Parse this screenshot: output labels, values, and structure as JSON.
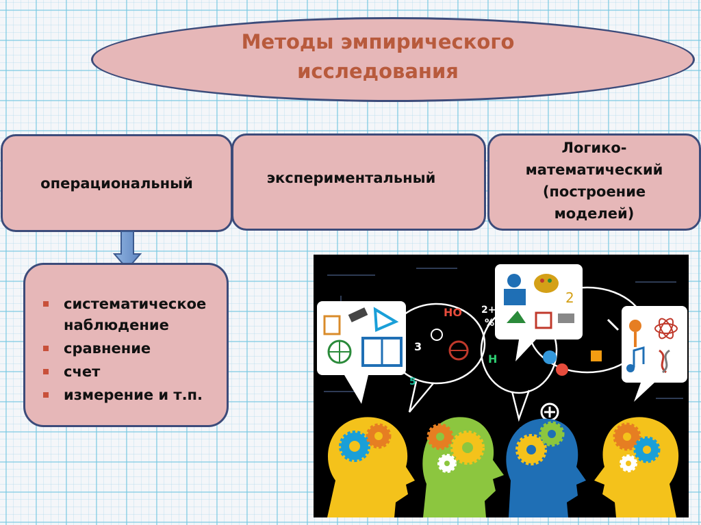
{
  "title": "Методы эмпирического\nисследования",
  "methods": [
    {
      "label": "операциональный"
    },
    {
      "label": "экспериментальный"
    },
    {
      "label": "Логико-\nматематический\n(построение\nмоделей)"
    }
  ],
  "operational_list": [
    "систематическое\nнаблюдение",
    "сравнение",
    "счет",
    "измерение и т.п."
  ],
  "illustration": {
    "name": "heads-with-gears-and-science-icons",
    "icons": [
      "gear-icon",
      "book-icon",
      "globe-icon",
      "telescope-icon",
      "microscope-icon",
      "palette-icon",
      "flask-icon",
      "atom-icon",
      "music-note-icon",
      "dna-icon",
      "calculator-icon"
    ]
  },
  "colors": {
    "title_text": "#b85a3c",
    "box_fill": "#e6b7b8",
    "box_border": "#3c4b7a",
    "bullet": "#c8503a",
    "grid": "#78c8e1"
  }
}
